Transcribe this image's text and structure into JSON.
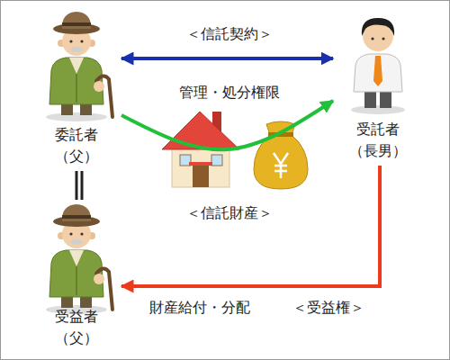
{
  "diagram": {
    "nodes": [
      {
        "text": [
          "委託者 （父）"
        ]
      },
      {
        "text": [
          "受託者 （長男）"
        ]
      },
      {
        "text": [
          "受益者 （父）"
        ]
      }
    ],
    "edges": [
      {
        "from": 0,
        "to": 1,
        "label": "＜信託契約＞",
        "arrow": "both"
      },
      {
        "from": 0,
        "to": 1,
        "label": "管理・処分権限",
        "arrow": "to"
      },
      {
        "from": 1,
        "to": 2,
        "label": "財産給付・分配",
        "arrow": "to"
      },
      {
        "from": 0,
        "to": 2,
        "arrow": "none"
      }
    ],
    "labels": [
      "＜信託財産＞",
      "＜受益権＞"
    ]
  }
}
